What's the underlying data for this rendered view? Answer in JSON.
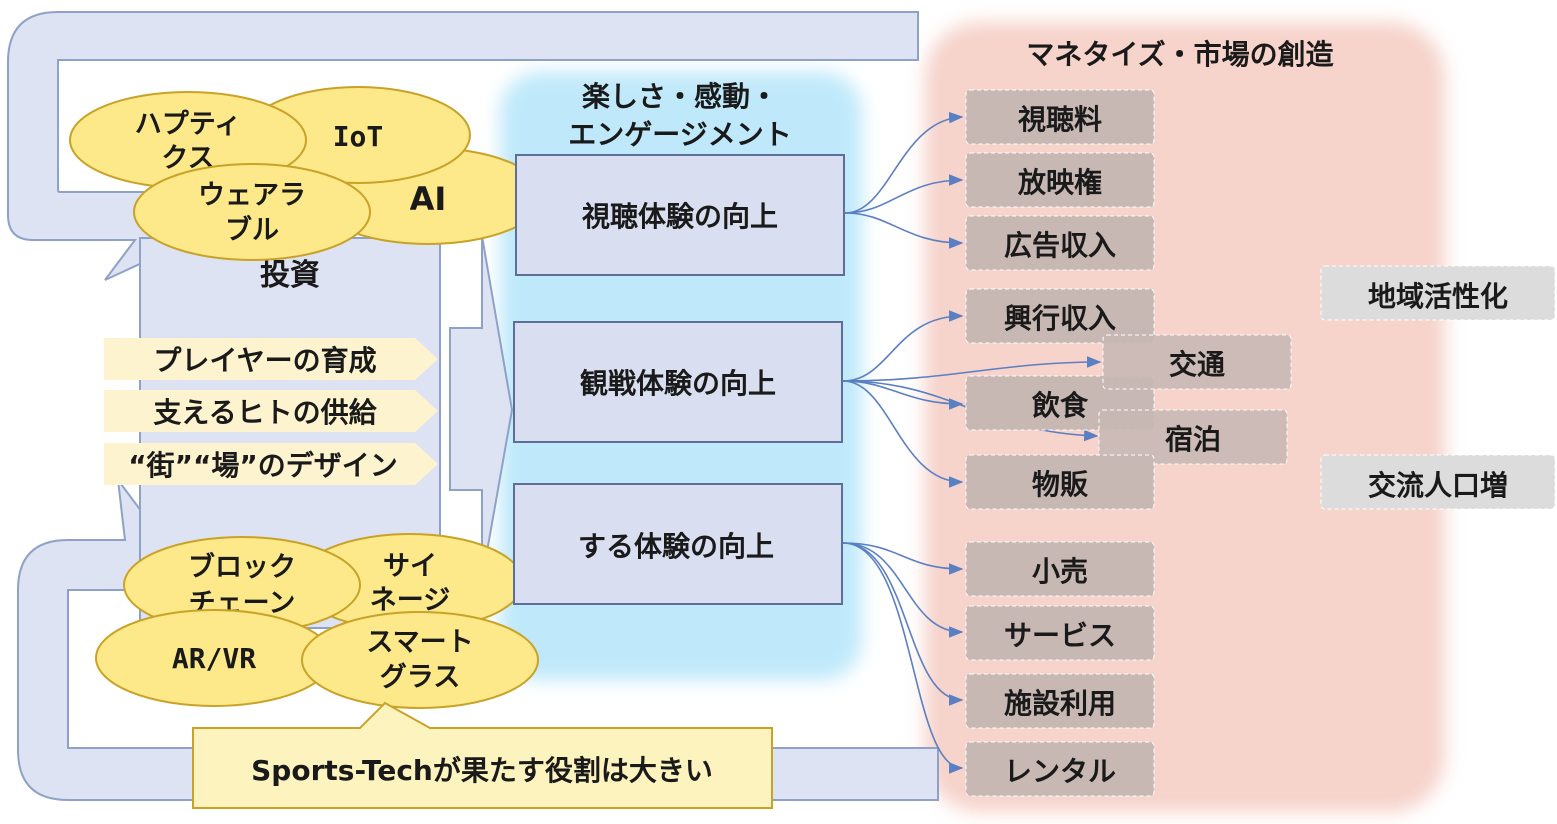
{
  "investment": {
    "label": "投資",
    "items": [
      "プレイヤーの育成",
      "支えるヒトの供給",
      "“街”“場”のデザイン"
    ]
  },
  "tech_top": [
    {
      "lines": [
        "ハプティ",
        "クス"
      ]
    },
    {
      "lines": [
        "IoT"
      ]
    },
    {
      "lines": [
        "AI"
      ]
    },
    {
      "lines": [
        "ウェアラ",
        "ブル"
      ]
    }
  ],
  "tech_bottom": [
    {
      "lines": [
        "ブロック",
        "チェーン"
      ]
    },
    {
      "lines": [
        "サイ",
        "ネージ"
      ]
    },
    {
      "lines": [
        "AR/VR"
      ]
    },
    {
      "lines": [
        "スマート",
        "グラス"
      ]
    }
  ],
  "callout": "Sports-Techが果たす役割は大きい",
  "enjoyment": {
    "title_lines": [
      "楽しさ・感動・",
      "エンゲージメント"
    ],
    "experiences": [
      "視聴体験の向上",
      "観戦体験の向上",
      "する体験の向上"
    ]
  },
  "monetize": {
    "title": "マネタイズ・市場の創造",
    "watch": [
      "視聴料",
      "放映権",
      "広告収入"
    ],
    "spectate": [
      "興行収入",
      "交通",
      "飲食",
      "宿泊",
      "物販"
    ],
    "do": [
      "小売",
      "サービス",
      "施設利用",
      "レンタル"
    ],
    "regional": [
      "地域活性化",
      "交流人口増"
    ]
  },
  "colors": {
    "loop_fill": "#dde3f3",
    "loop_stroke": "#8ea2c8",
    "ellipse_fill": "#fde98a",
    "ellipse_stroke": "#c9a227",
    "enjoy_bg": "#bfe9fb",
    "monetize_bg": "#f6d3cb",
    "box_fill": "#d9dff0",
    "box_stroke": "#5c6f98",
    "tag_fill": "#c8b8b4",
    "gray_tag": "#dcdcdc",
    "arrow": "#5b7fc3"
  }
}
